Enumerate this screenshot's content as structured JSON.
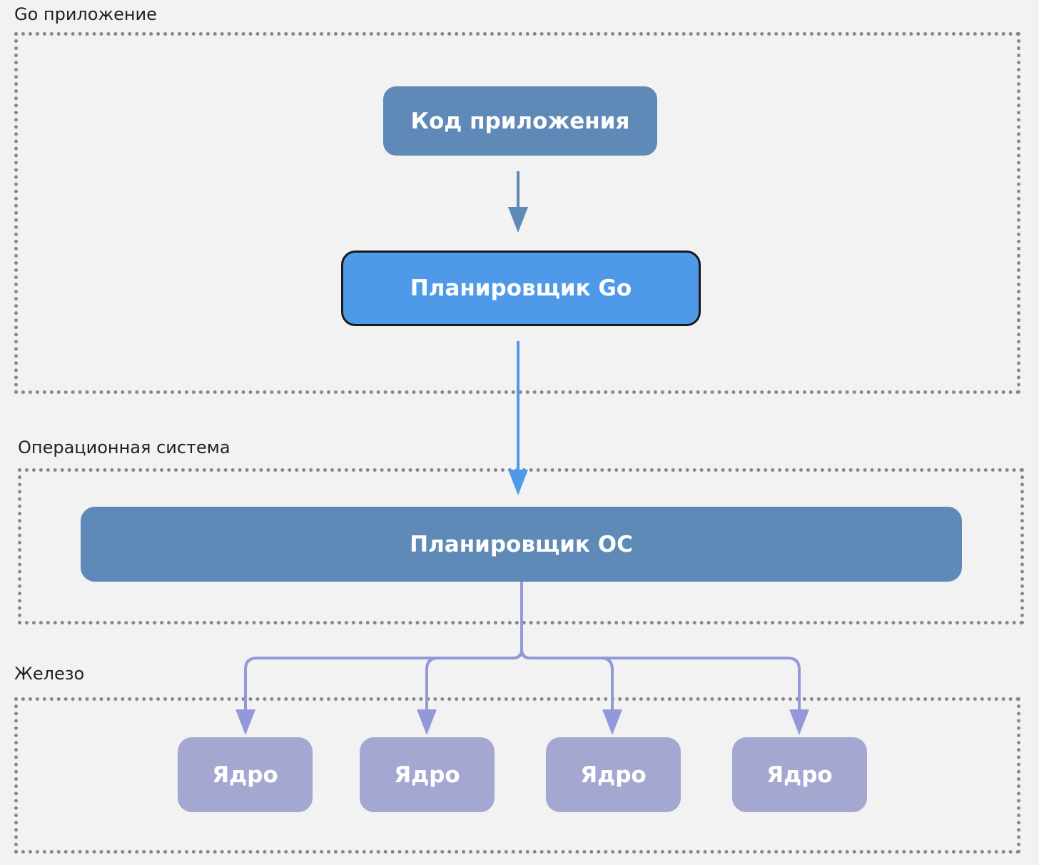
{
  "layers": {
    "go_app": {
      "label": "Go приложение"
    },
    "os": {
      "label": "Операционная система"
    },
    "hardware": {
      "label": "Железо"
    }
  },
  "nodes": {
    "app_code": {
      "label": "Код приложения"
    },
    "go_scheduler": {
      "label": "Планировщик Go"
    },
    "os_scheduler": {
      "label": "Планировщик ОС"
    },
    "cores": [
      {
        "label": "Ядро"
      },
      {
        "label": "Ядро"
      },
      {
        "label": "Ядро"
      },
      {
        "label": "Ядро"
      }
    ]
  },
  "edges": [
    {
      "from": "app_code",
      "to": "go_scheduler"
    },
    {
      "from": "go_scheduler",
      "to": "os_scheduler"
    },
    {
      "from": "os_scheduler",
      "to": "cores.0"
    },
    {
      "from": "os_scheduler",
      "to": "cores.1"
    },
    {
      "from": "os_scheduler",
      "to": "cores.2"
    },
    {
      "from": "os_scheduler",
      "to": "cores.3"
    }
  ],
  "colors": {
    "background": "#f2f2f2",
    "frame_border": "#888888",
    "app_node": "#5f8ab7",
    "go_scheduler_node": "#4f9ae8",
    "os_scheduler_node": "#5f8ab7",
    "core_node": "#a4a8d1",
    "arrow_app": "#5f8ab7",
    "arrow_go": "#4f9ae8",
    "arrow_os": "#9399d8"
  }
}
